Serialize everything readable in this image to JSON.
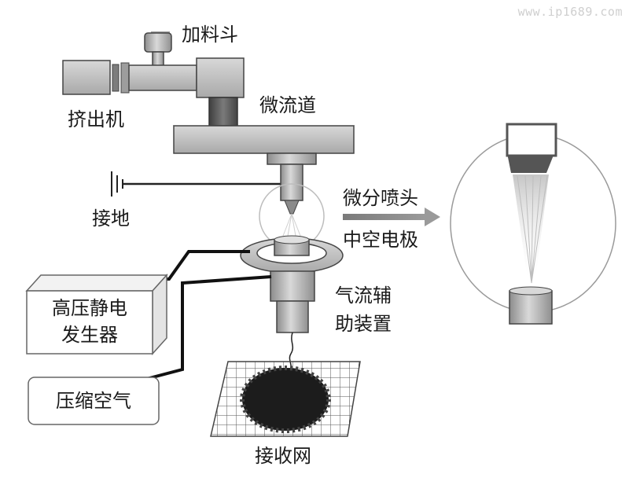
{
  "watermark": "www.ip1689.com",
  "labels": {
    "hopper": "加料斗",
    "extruder": "挤出机",
    "microchannel": "微流道",
    "ground": "接地",
    "micro_nozzle": "微分喷头",
    "hollow_electrode": "中空电极",
    "air_assist_1": "气流辅",
    "air_assist_2": "助装置",
    "hv_gen_1": "高压静电",
    "hv_gen_2": "发生器",
    "compressed_air": "压缩空气",
    "collector": "接收网"
  }
}
